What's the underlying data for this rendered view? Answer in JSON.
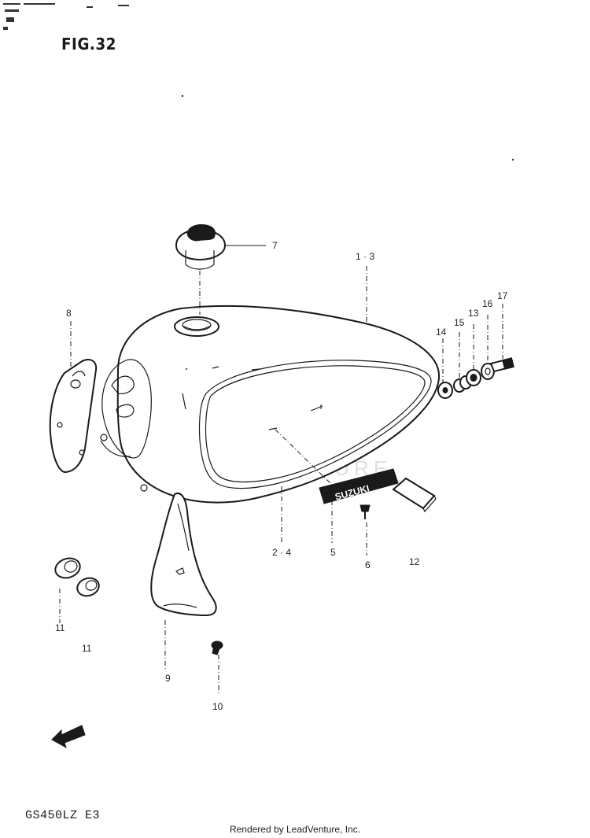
{
  "figure": {
    "title": "FIG.32",
    "model_code": "GS450LZ E3",
    "footer": "Rendered by LeadVenture, Inc.",
    "watermark": "LEADVENTURE",
    "emblem_text": "SUZUKI"
  },
  "callouts": [
    {
      "id": "c7",
      "label": "7"
    },
    {
      "id": "c13a",
      "label": "1 · 3"
    },
    {
      "id": "c8",
      "label": "8"
    },
    {
      "id": "c14",
      "label": "14"
    },
    {
      "id": "c15",
      "label": "15"
    },
    {
      "id": "c13",
      "label": "13"
    },
    {
      "id": "c16",
      "label": "16"
    },
    {
      "id": "c17",
      "label": "17"
    },
    {
      "id": "c24",
      "label": "2 · 4"
    },
    {
      "id": "c5",
      "label": "5"
    },
    {
      "id": "c6",
      "label": "6"
    },
    {
      "id": "c12",
      "label": "12"
    },
    {
      "id": "c11a",
      "label": "11"
    },
    {
      "id": "c11b",
      "label": "11"
    },
    {
      "id": "c9",
      "label": "9"
    },
    {
      "id": "c10",
      "label": "10"
    }
  ]
}
